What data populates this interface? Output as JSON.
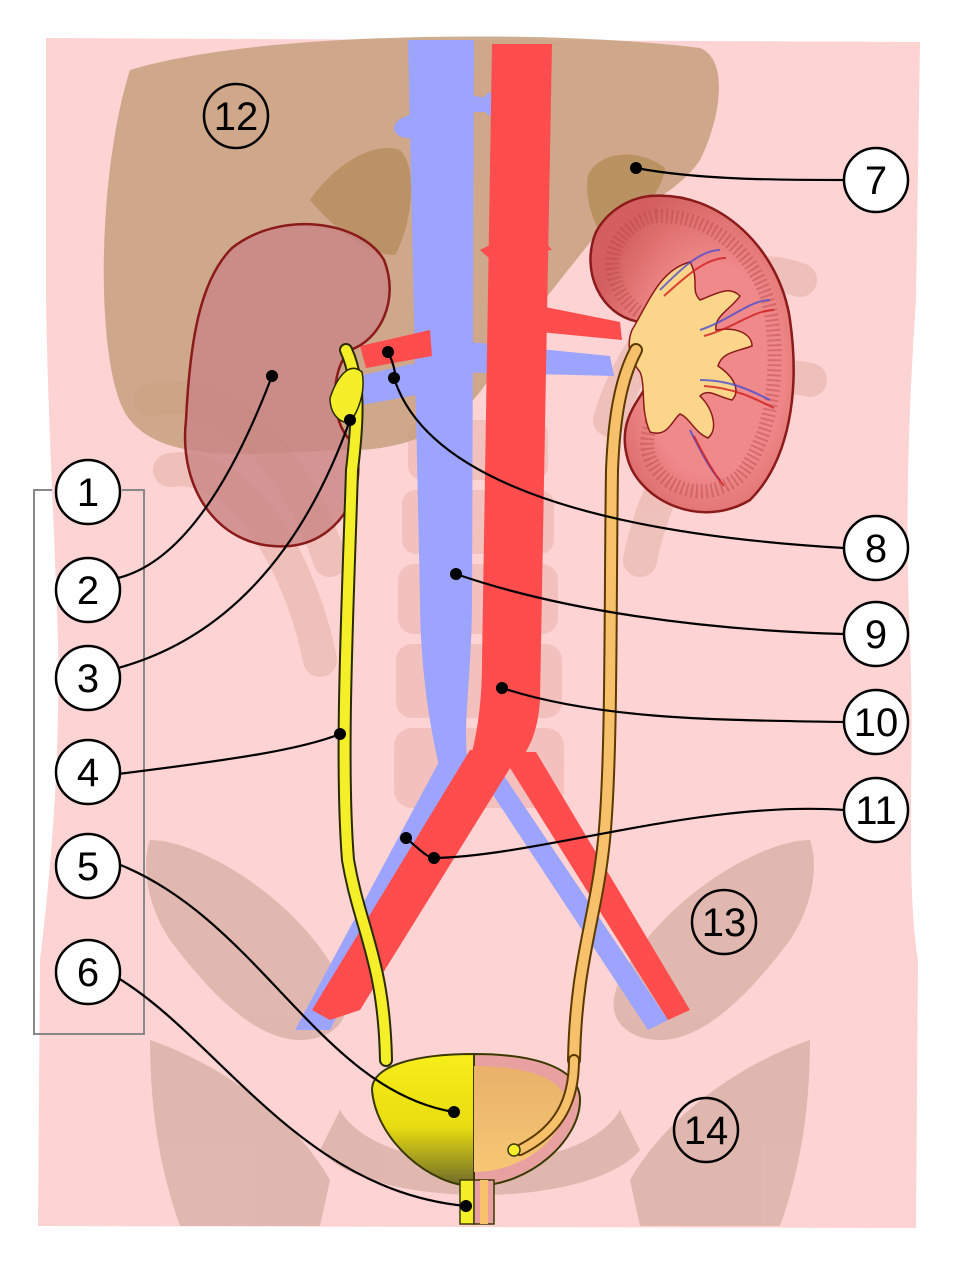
{
  "colors": {
    "background": "#ffffff",
    "body": "#fdd3d3",
    "skeleton": "#e2b5aa",
    "liver": "#c79f7c",
    "adrenal": "#b89060",
    "vena_cava": "#9da4ff",
    "aorta": "#ff4d4d",
    "urine": "#f5ef2a",
    "kidney": "#d96b6b",
    "kidney_outline": "#8b1a1a",
    "renal_pelvis": "#fbd58a",
    "bladder_section": "#f0b060"
  },
  "labels": {
    "n1": "1",
    "n2": "2",
    "n3": "3",
    "n4": "4",
    "n5": "5",
    "n6": "6",
    "n7": "7",
    "n8": "8",
    "n9": "9",
    "n10": "10",
    "n11": "11",
    "n12": "12",
    "n13": "13",
    "n14": "14"
  }
}
